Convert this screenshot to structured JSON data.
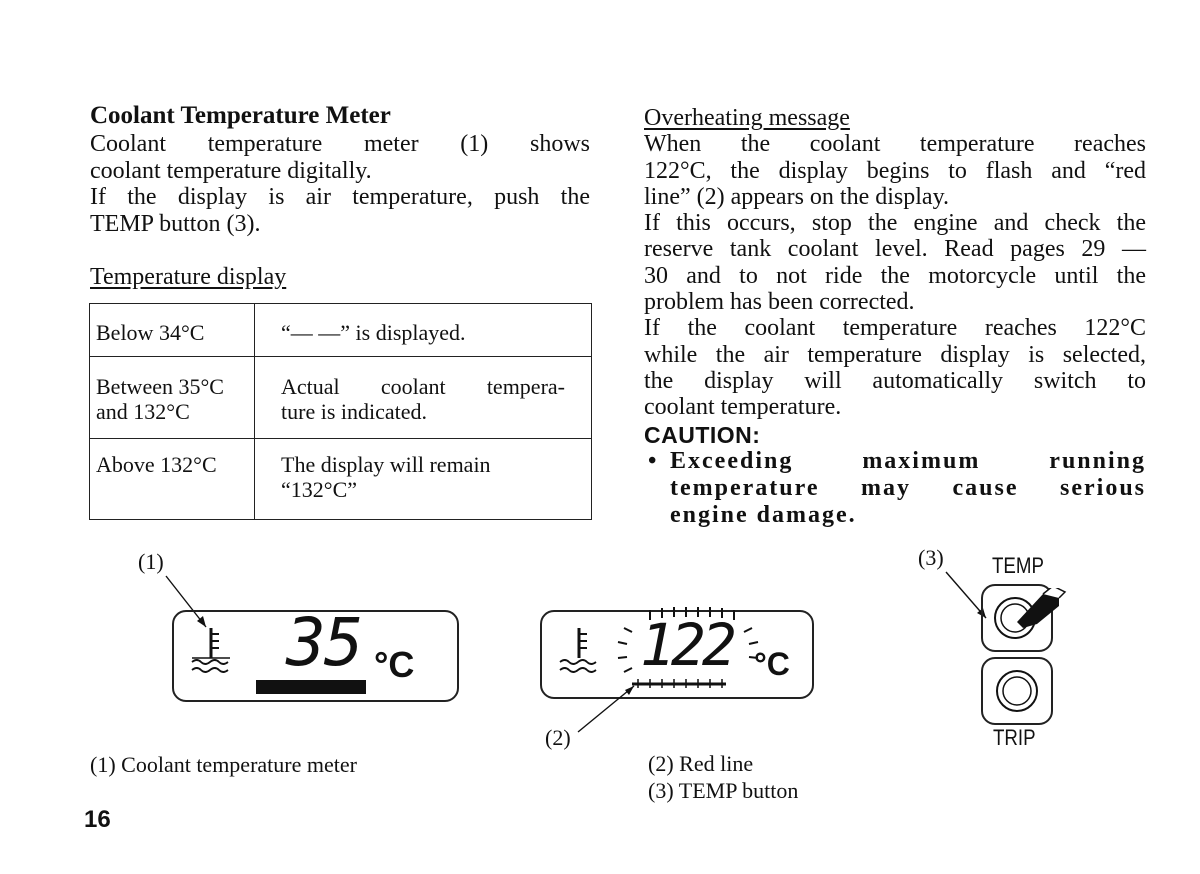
{
  "page": {
    "number": "16"
  },
  "left": {
    "heading": "Coolant Temperature Meter",
    "lines": [
      "Coolant temperature meter (1) shows",
      "coolant temperature digitally.",
      "If the display is air temperature, push the",
      "TEMP button (3)."
    ],
    "table_title": "Temperature display",
    "table": [
      {
        "range": [
          "Below 34°C"
        ],
        "result": [
          "“— —” is displayed."
        ]
      },
      {
        "range": [
          "Between 35°C",
          "and 132°C"
        ],
        "result": [
          "Actual coolant tempera-",
          "ture is indicated."
        ]
      },
      {
        "range": [
          "Above 132°C"
        ],
        "result": [
          "The display will remain",
          "“132°C”"
        ]
      }
    ]
  },
  "right": {
    "subheading": "Overheating message",
    "lines": [
      "When the coolant temperature reaches",
      "122°C, the display begins to flash and “red",
      "line” (2) appears on the display.",
      "If this occurs, stop the engine and check the",
      "reserve tank coolant level. Read pages 29 —",
      "30 and to not ride the motorcycle until the",
      "problem has been corrected.",
      "If the coolant temperature reaches 122°C",
      "while the air temperature display is selected,",
      "the display will automatically switch to",
      "coolant temperature."
    ],
    "caution_label": "CAUTION:",
    "caution_lines": [
      "Exceeding maximum running",
      "temperature may cause serious",
      "engine damage."
    ]
  },
  "figures": {
    "lcd1_reading": "35",
    "lcd2_reading": "122",
    "unit": "°C",
    "callout_1": "(1)",
    "callout_2": "(2)",
    "callout_3": "(3)",
    "temp_button_label": "TEMP",
    "trip_button_label": "TRIP"
  },
  "captions": {
    "c1": "(1)  Coolant temperature meter",
    "c2": "(2)  Red line",
    "c3": "(3)  TEMP button"
  }
}
